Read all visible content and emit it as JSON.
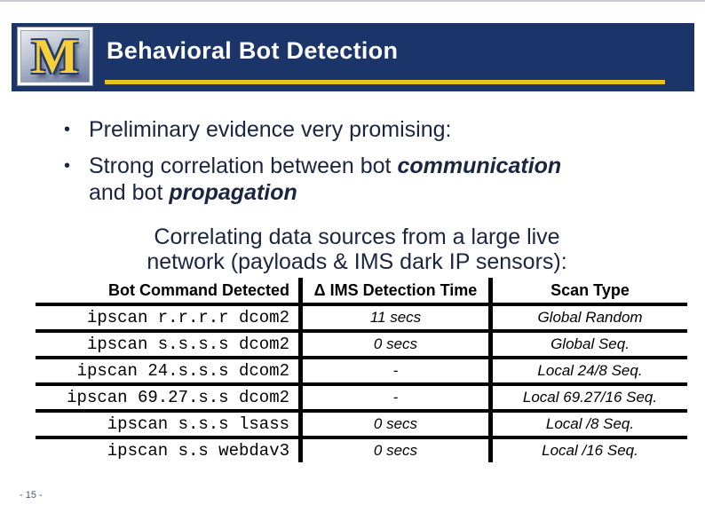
{
  "header": {
    "title": "Behavioral Bot Detection",
    "logo_letter": "M",
    "colors": {
      "bar": "#1b356b",
      "underline": "#e7c31d",
      "title_text": "#ffffff",
      "logo_maize": "#f7ce3c"
    }
  },
  "bullets": [
    {
      "segments": [
        {
          "text": "Preliminary evidence very promising:"
        }
      ]
    },
    {
      "segments": [
        {
          "text": "Strong correlation between bot "
        },
        {
          "text": "communication",
          "emphasis": true
        },
        {
          "text": "and bot ",
          "break_before": true
        },
        {
          "text": "propagation",
          "emphasis": true
        }
      ]
    }
  ],
  "subheading": {
    "line1": "Correlating data sources from a large live",
    "line2": "network (payloads & IMS dark IP sensors):"
  },
  "table": {
    "columns": [
      "Bot Command Detected",
      "Δ IMS Detection Time",
      "Scan Type"
    ],
    "rows": [
      {
        "command": "ipscan r.r.r.r dcom2",
        "time": "11 secs",
        "scan_type": "Global Random"
      },
      {
        "command": "ipscan s.s.s.s dcom2",
        "time": "0 secs",
        "scan_type": "Global Seq."
      },
      {
        "command": "ipscan 24.s.s.s dcom2",
        "time": "-",
        "scan_type": "Local 24/8 Seq."
      },
      {
        "command": "ipscan 69.27.s.s dcom2",
        "time": "-",
        "scan_type": "Local 69.27/16 Seq."
      },
      {
        "command": "ipscan s.s.s lsass",
        "time": "0 secs",
        "scan_type": "Local /8 Seq."
      },
      {
        "command": "ipscan s.s webdav3",
        "time": "0 secs",
        "scan_type": "Local /16 Seq."
      }
    ]
  },
  "page": {
    "number_label": "- 15 -",
    "text_color": "#1b2540"
  }
}
